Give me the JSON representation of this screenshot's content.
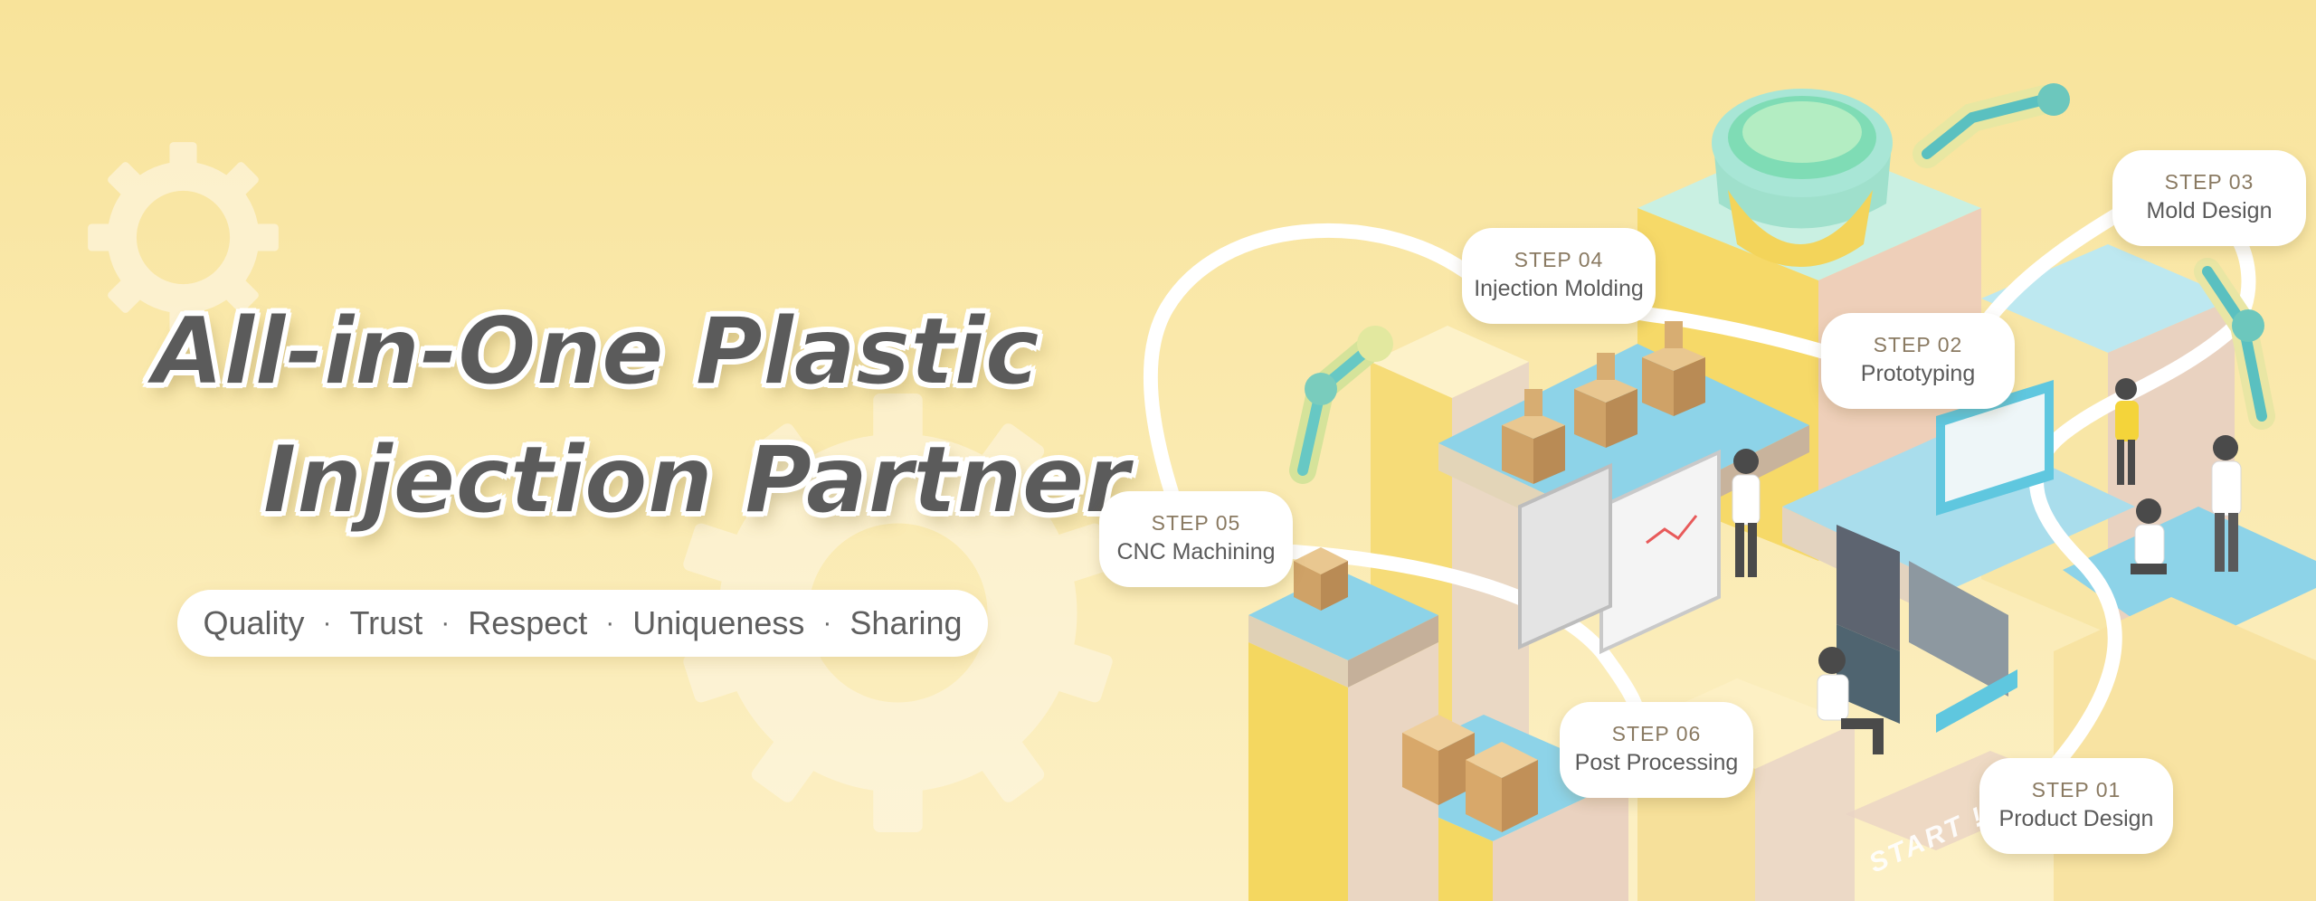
{
  "hero": {
    "headline_line_1": "All-in-One Plastic",
    "headline_line_2": "Injection Partner",
    "values": [
      "Quality",
      "Trust",
      "Respect",
      "Uniqueness",
      "Sharing"
    ],
    "separator": "·"
  },
  "steps": [
    {
      "step": "STEP 01",
      "label": "Product Design"
    },
    {
      "step": "STEP 02",
      "label": "Prototyping"
    },
    {
      "step": "STEP 03",
      "label": "Mold Design"
    },
    {
      "step": "STEP 04",
      "label": "Injection Molding"
    },
    {
      "step": "STEP 05",
      "label": "CNC Machining"
    },
    {
      "step": "STEP 06",
      "label": "Post Processing"
    }
  ],
  "start_label": "START !",
  "colors": {
    "background": "#f8e39a",
    "text": "#5b5b5b",
    "accent_blue": "#7fcde6",
    "accent_mint": "#bfeee0",
    "accent_yellow": "#f5d54a",
    "part_tan": "#d4a86a"
  }
}
